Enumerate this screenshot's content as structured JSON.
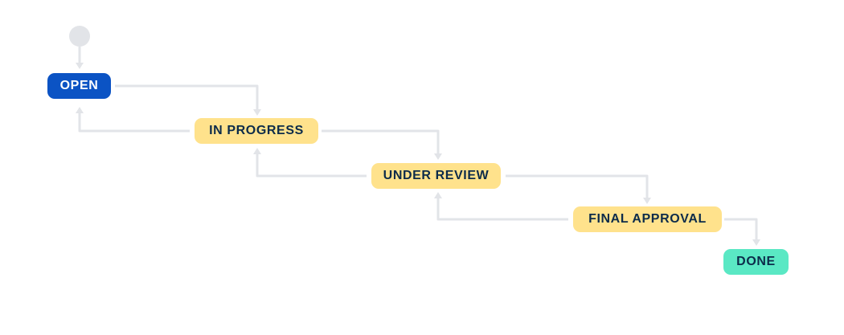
{
  "workflow": {
    "colors": {
      "background": "#ffffff",
      "connector": "#e2e4e8",
      "start_node": "#e2e4e8"
    },
    "start_node": {
      "name": "start"
    },
    "statuses": [
      {
        "id": "open",
        "label": "OPEN",
        "bg": "#0b53c4",
        "text": "#ffffff"
      },
      {
        "id": "in-progress",
        "label": "IN PROGRESS",
        "bg": "#ffe28c",
        "text": "#0c2b4a"
      },
      {
        "id": "under-review",
        "label": "UNDER REVIEW",
        "bg": "#ffe28c",
        "text": "#0c2b4a"
      },
      {
        "id": "final-approval",
        "label": "FINAL APPROVAL",
        "bg": "#ffe28c",
        "text": "#0c2b4a"
      },
      {
        "id": "done",
        "label": "DONE",
        "bg": "#5ae8c4",
        "text": "#0c2b4a"
      }
    ],
    "transitions": [
      {
        "from": "start",
        "to": "open"
      },
      {
        "from": "open",
        "to": "in-progress"
      },
      {
        "from": "in-progress",
        "to": "open"
      },
      {
        "from": "in-progress",
        "to": "under-review"
      },
      {
        "from": "under-review",
        "to": "in-progress"
      },
      {
        "from": "under-review",
        "to": "final-approval"
      },
      {
        "from": "final-approval",
        "to": "under-review"
      },
      {
        "from": "final-approval",
        "to": "done"
      }
    ]
  }
}
